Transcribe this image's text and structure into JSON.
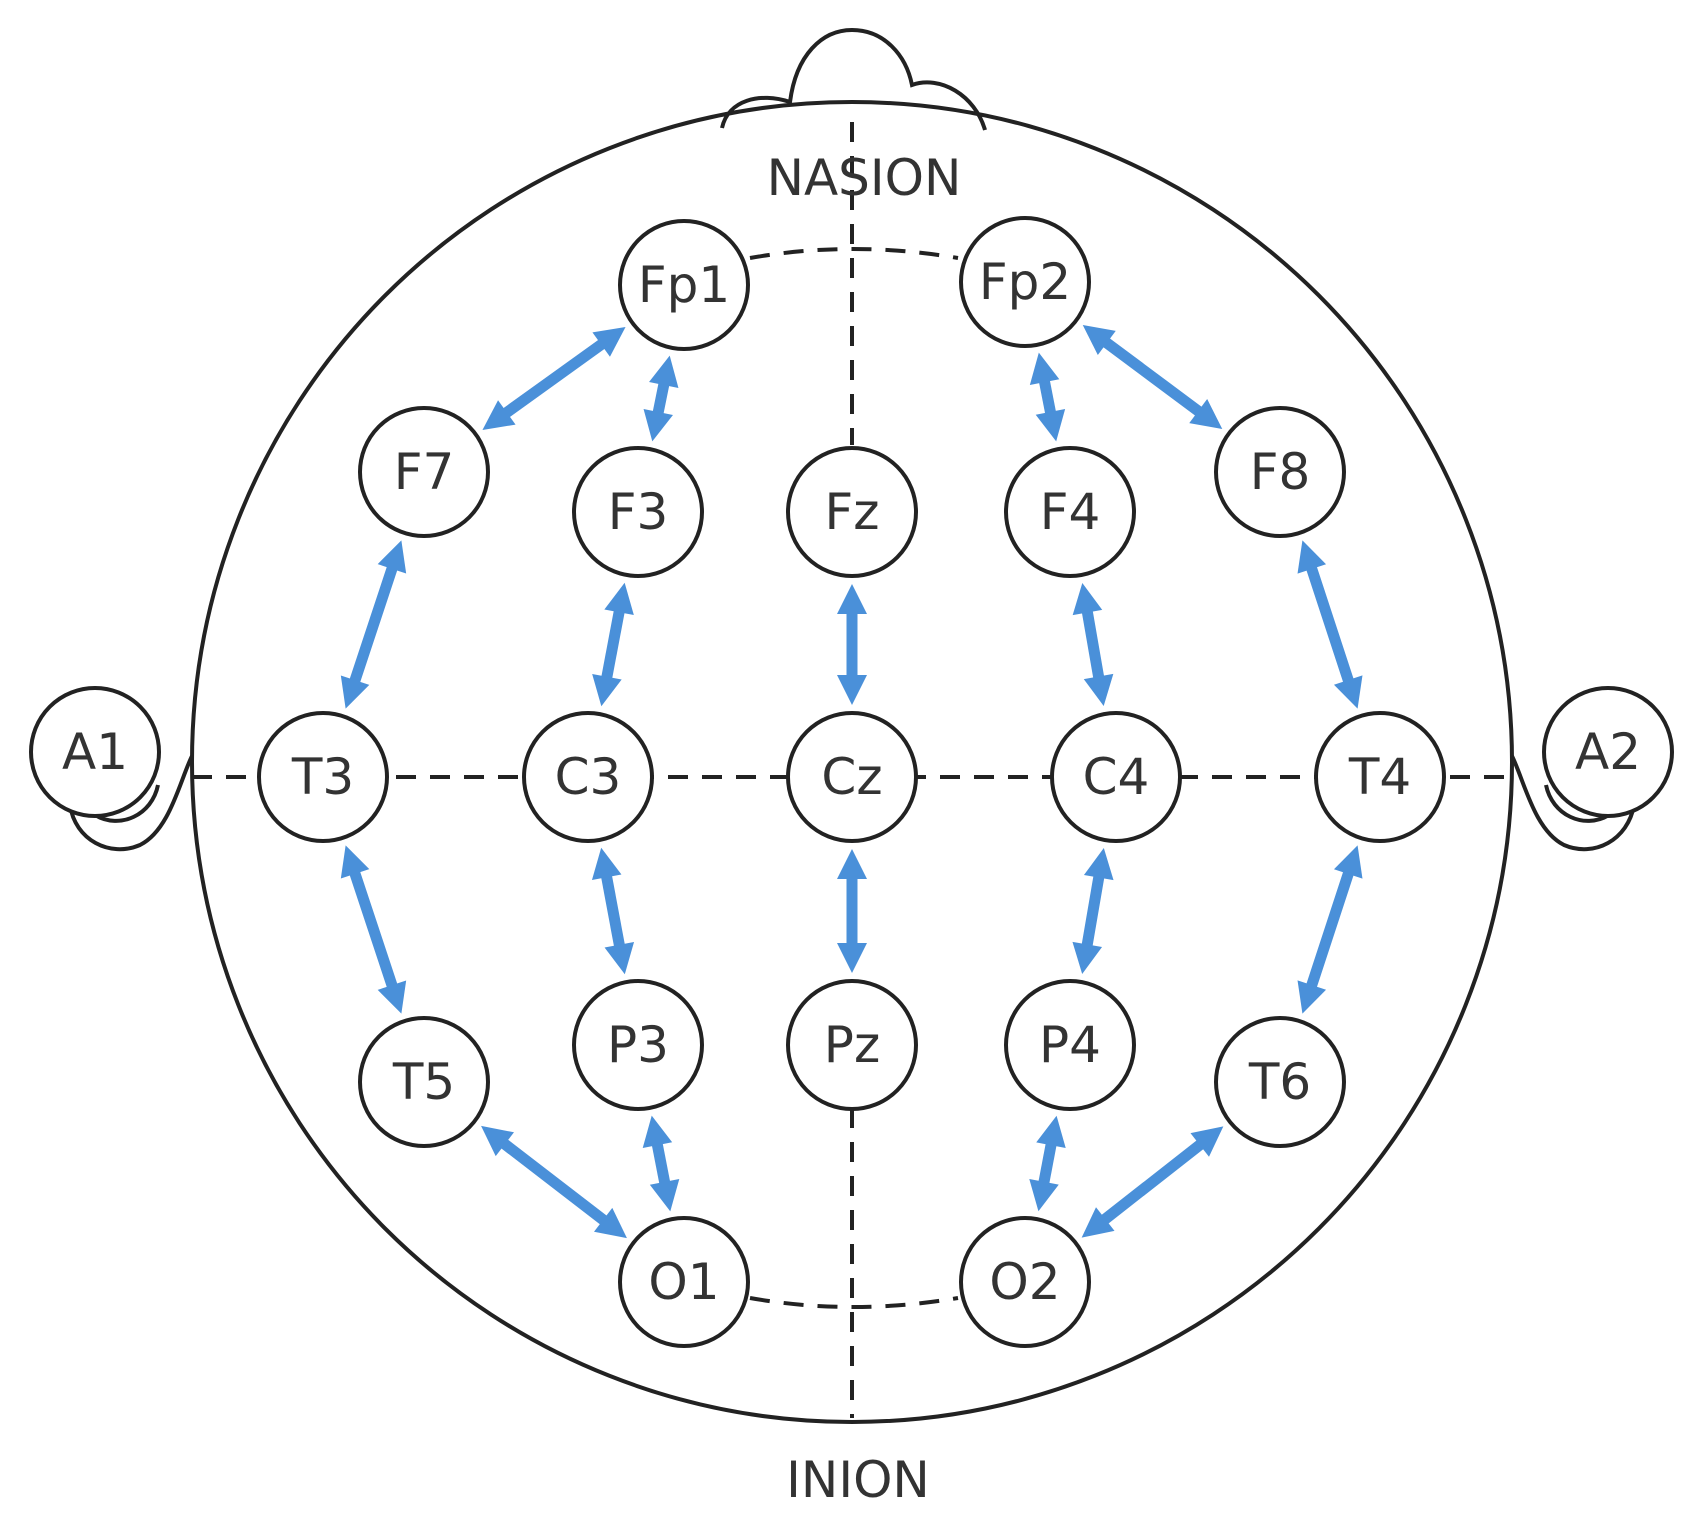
{
  "landmarks": {
    "nasion": "NASION",
    "inion": "INION"
  },
  "electrodes": [
    {
      "id": "Fp1",
      "label": "Fp1"
    },
    {
      "id": "Fp2",
      "label": "Fp2"
    },
    {
      "id": "F7",
      "label": "F7"
    },
    {
      "id": "F3",
      "label": "F3"
    },
    {
      "id": "Fz",
      "label": "Fz"
    },
    {
      "id": "F4",
      "label": "F4"
    },
    {
      "id": "F8",
      "label": "F8"
    },
    {
      "id": "A1",
      "label": "A1"
    },
    {
      "id": "T3",
      "label": "T3"
    },
    {
      "id": "C3",
      "label": "C3"
    },
    {
      "id": "Cz",
      "label": "Cz"
    },
    {
      "id": "C4",
      "label": "C4"
    },
    {
      "id": "T4",
      "label": "T4"
    },
    {
      "id": "A2",
      "label": "A2"
    },
    {
      "id": "T5",
      "label": "T5"
    },
    {
      "id": "P3",
      "label": "P3"
    },
    {
      "id": "Pz",
      "label": "Pz"
    },
    {
      "id": "P4",
      "label": "P4"
    },
    {
      "id": "T6",
      "label": "T6"
    },
    {
      "id": "O1",
      "label": "O1"
    },
    {
      "id": "O2",
      "label": "O2"
    }
  ],
  "connections": [
    [
      "Fp1",
      "F7"
    ],
    [
      "F7",
      "T3"
    ],
    [
      "T3",
      "T5"
    ],
    [
      "T5",
      "O1"
    ],
    [
      "Fp1",
      "F3"
    ],
    [
      "F3",
      "C3"
    ],
    [
      "C3",
      "P3"
    ],
    [
      "P3",
      "O1"
    ],
    [
      "Fz",
      "Cz"
    ],
    [
      "Cz",
      "Pz"
    ],
    [
      "Fp2",
      "F4"
    ],
    [
      "F4",
      "C4"
    ],
    [
      "C4",
      "P4"
    ],
    [
      "P4",
      "O2"
    ],
    [
      "Fp2",
      "F8"
    ],
    [
      "F8",
      "T4"
    ],
    [
      "T4",
      "T6"
    ],
    [
      "T6",
      "O2"
    ]
  ],
  "colors": {
    "arrow": "#4a90d9",
    "outline": "#222222"
  }
}
